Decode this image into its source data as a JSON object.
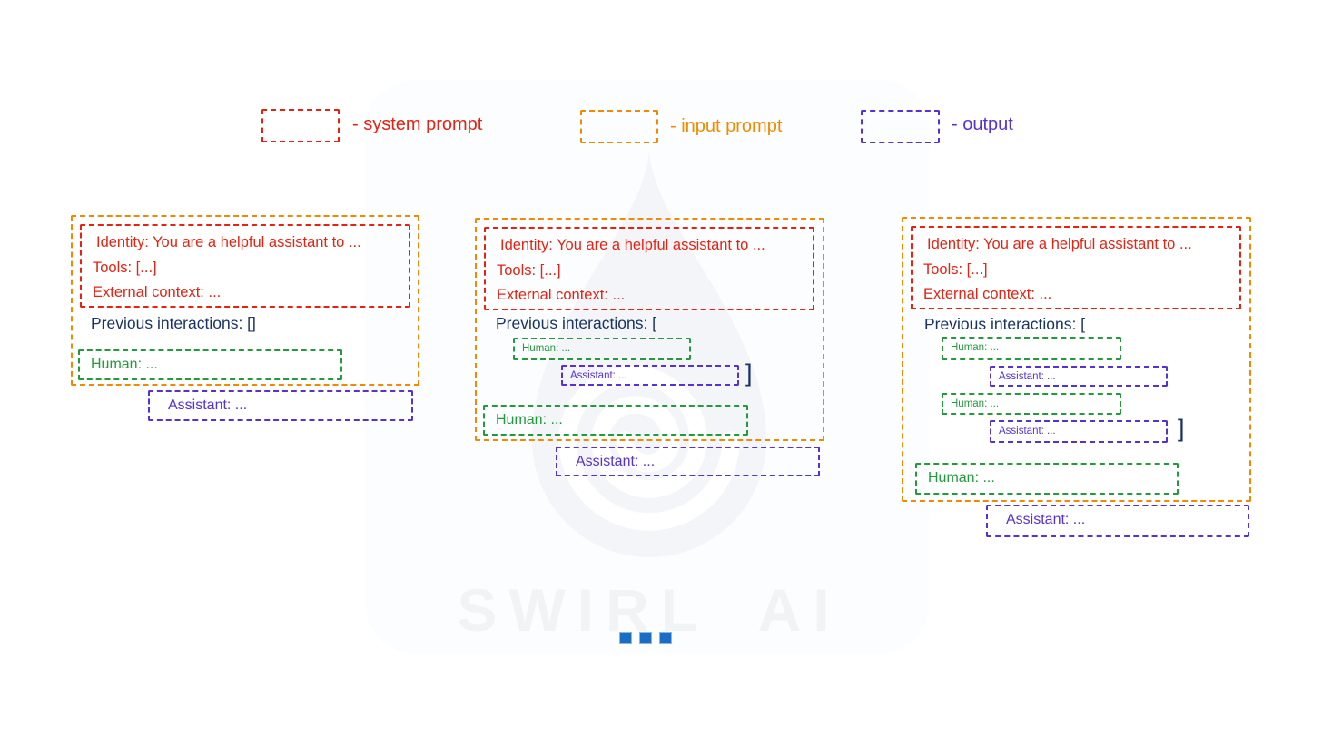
{
  "legend": {
    "items": [
      {
        "id": "system-prompt",
        "label": "- system prompt"
      },
      {
        "id": "input-prompt",
        "label": "- input prompt"
      },
      {
        "id": "output",
        "label": "- output"
      }
    ]
  },
  "panels": [
    {
      "system_prompt": {
        "identity": "Identity: You are a helpful assistant to ...",
        "tools": "Tools: [...]",
        "external_context": "External context: ..."
      },
      "previous_interactions_label": "Previous interactions: []",
      "history": [],
      "human_label": "Human: ...",
      "assistant_label": "Assistant: ..."
    },
    {
      "system_prompt": {
        "identity": "Identity: You are a helpful assistant to ...",
        "tools": "Tools: [...]",
        "external_context": "External context: ..."
      },
      "previous_interactions_label": "Previous interactions: [",
      "history": [
        {
          "human": "Human: ...",
          "assistant": "Assistant: ..."
        }
      ],
      "closing_bracket": "]",
      "human_label": "Human: ...",
      "assistant_label": "Assistant: ..."
    },
    {
      "system_prompt": {
        "identity": "Identity: You are a helpful assistant to ...",
        "tools": "Tools: [...]",
        "external_context": "External context: ..."
      },
      "previous_interactions_label": "Previous interactions: [",
      "history": [
        {
          "human": "Human: ...",
          "assistant": "Assistant: ..."
        },
        {
          "human": "Human: ...",
          "assistant": "Assistant: ..."
        }
      ],
      "closing_bracket": "]",
      "human_label": "Human: ...",
      "assistant_label": "Assistant: ..."
    }
  ],
  "watermark": {
    "text": "SWIRL AI"
  },
  "colors": {
    "system_prompt": "#e42313",
    "input_prompt": "#f18a00",
    "output": "#5732d2",
    "human": "#239a3b",
    "context_text": "#1a3365",
    "ellipsis_dots": "#1a6dc4"
  }
}
